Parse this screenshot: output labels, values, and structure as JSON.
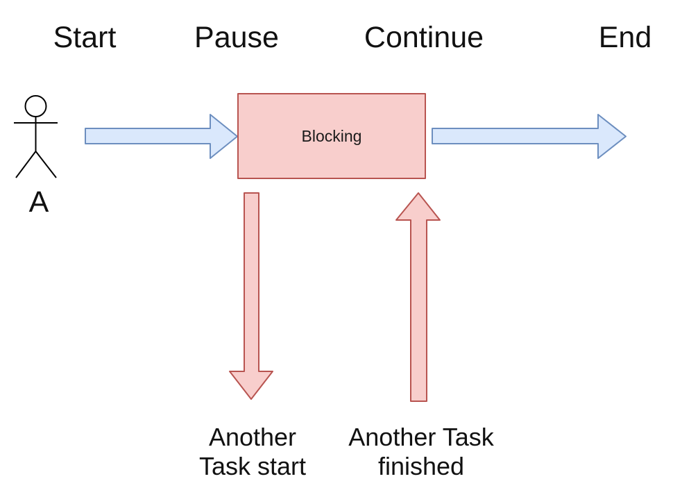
{
  "diagram": {
    "phases": [
      {
        "label": "Start"
      },
      {
        "label": "Pause"
      },
      {
        "label": "Continue"
      },
      {
        "label": "End"
      }
    ],
    "actor": {
      "name": "A"
    },
    "blocking": {
      "label": "Blocking"
    },
    "annotations": {
      "task_start": {
        "line1": "Another",
        "line2": "Task start"
      },
      "task_finished": {
        "line1": "Another Task",
        "line2": "finished"
      }
    },
    "colors": {
      "background": "#ffffff",
      "blue_arrow_fill": "#dae8fc",
      "blue_arrow_stroke": "#6c8ebf",
      "red_fill": "#f8cecc",
      "red_stroke": "#b85450",
      "text": "#111111"
    }
  }
}
